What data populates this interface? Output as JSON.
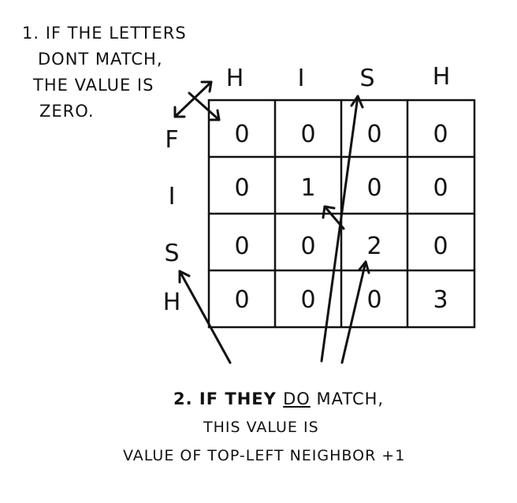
{
  "note1": {
    "lines": [
      "1. IF THE LETTERS",
      "DONT MATCH,",
      "THE VALUE IS",
      "ZERO."
    ]
  },
  "note2": {
    "line1_pre": "2. IF THEY ",
    "line1_under": "DO",
    "line1_post": " MATCH,",
    "line2": "THIS VALUE IS",
    "line3": "VALUE OF TOP-LEFT NEIGHBOR +1"
  },
  "columns": [
    "H",
    "I",
    "S",
    "H"
  ],
  "rows": [
    "F",
    "I",
    "S",
    "H"
  ],
  "matrix": [
    [
      "0",
      "0",
      "0",
      "0"
    ],
    [
      "0",
      "1",
      "0",
      "0"
    ],
    [
      "0",
      "0",
      "2",
      "0"
    ],
    [
      "0",
      "0",
      "0",
      "3"
    ]
  ]
}
